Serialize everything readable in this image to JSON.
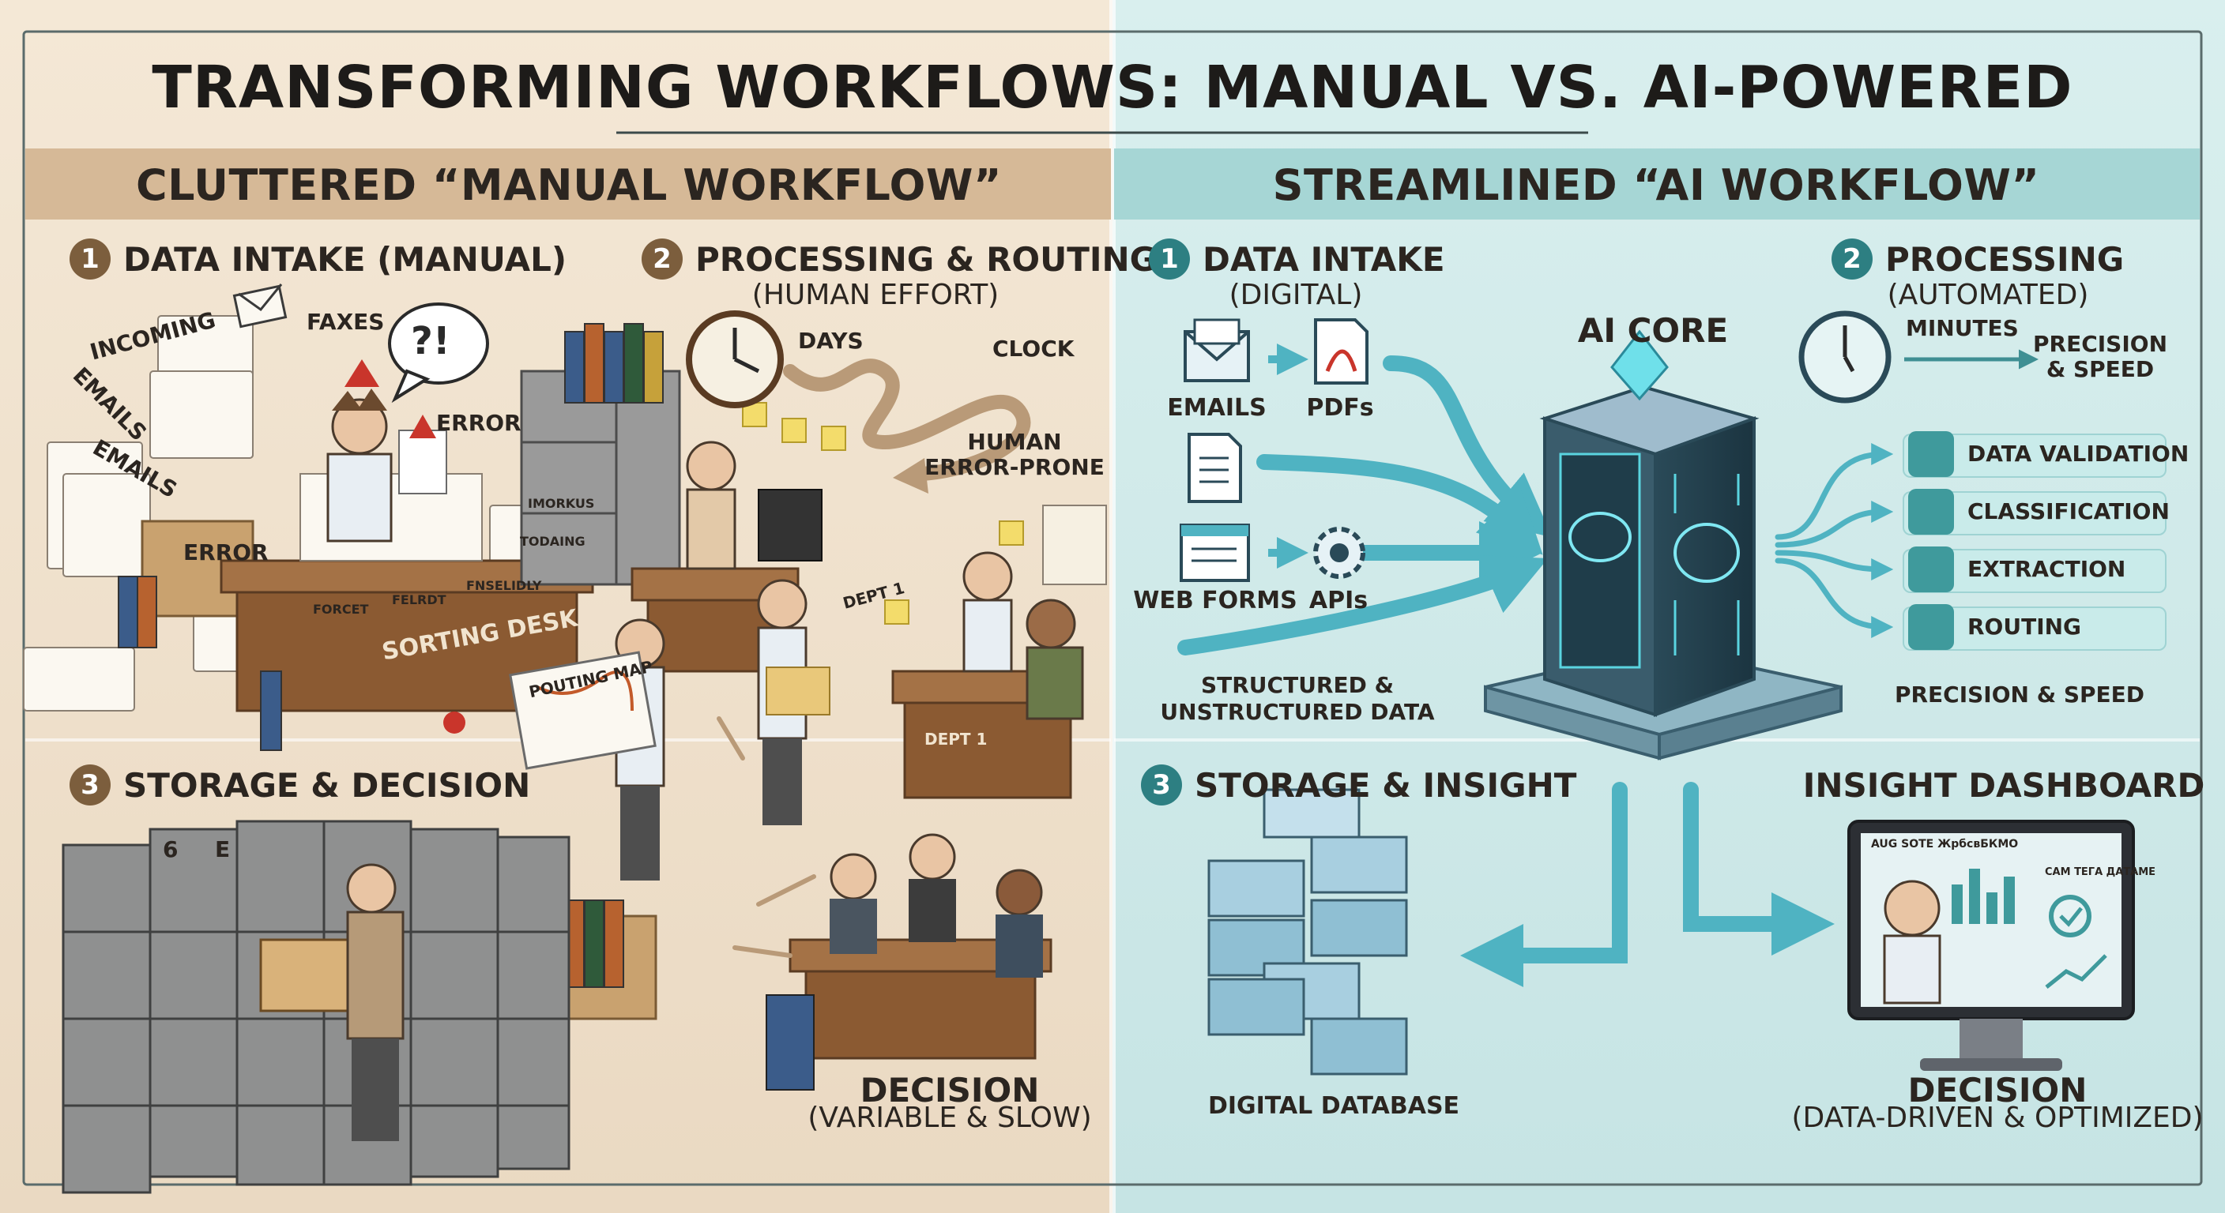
{
  "title": "TRANSFORMING WORKFLOWS: MANUAL VS. AI-POWERED",
  "manual": {
    "header": "CLUTTERED “MANUAL WORKFLOW”",
    "step1": {
      "num": "1",
      "label": "DATA INTAKE (MANUAL)"
    },
    "step2": {
      "num": "2",
      "label": "PROCESSING & ROUTING",
      "sub": "(HUMAN EFFORT)"
    },
    "step3": {
      "num": "3",
      "label": "STORAGE & DECISION"
    },
    "labels": {
      "incoming": "INCOMING",
      "emails_a": "EMAILS",
      "emails_b": "EMAILS",
      "faxes": "FAXES",
      "error_a": "ERROR",
      "error_b": "ERROR",
      "exclaim": "?!",
      "days": "DAYS",
      "clock": "CLOCK",
      "human": "HUMAN",
      "error_prone": "ERROR-PRONE",
      "sorting_desk": "SORTING DESK",
      "routing_map": "POUTING MAP",
      "dept_a": "DEPT 1",
      "dept_b": "DEPT 1",
      "folder_a": "FORCET",
      "folder_b": "FELRDT",
      "folder_c": "FNSELIDLY",
      "folder_d": "TODAING",
      "folder_e": "IMORKUS",
      "cab_a": "6",
      "cab_b": "E",
      "decision": "DECISION",
      "decision_sub": "(VARIABLE & SLOW)"
    }
  },
  "ai": {
    "header": "STREAMLINED “AI WORKFLOW”",
    "step1": {
      "num": "1",
      "label": "DATA INTAKE",
      "sub": "(DIGITAL)"
    },
    "step2": {
      "num": "2",
      "label": "PROCESSING",
      "sub": "(AUTOMATED)"
    },
    "step3": {
      "num": "3",
      "label": "STORAGE & INSIGHT"
    },
    "ai_core": "AI CORE",
    "inputs": {
      "emails": "EMAILS",
      "pdfs": "PDFs",
      "web_forms": "WEB FORMS",
      "apis": "APIs",
      "structured_a": "STRUCTURED &",
      "structured_b": "UNSTRUCTURED DATA"
    },
    "minutes": "MINUTES",
    "precision_top_a": "PRECISION",
    "precision_top_b": "& SPEED",
    "tasks": [
      "DATA VALIDATION",
      "CLASSIFICATION",
      "EXTRACTION",
      "ROUTING"
    ],
    "precision_bottom": "PRECISION & SPEED",
    "dashboard": "INSIGHT DASHBOARD",
    "screen_a": "AUG SOTE ЖрбсвБКМО",
    "screen_b": "САМ ТЕГА ДАТАМЕ",
    "database": "DIGITAL DATABASE",
    "decision": "DECISION",
    "decision_sub": "(DATA-DRIVEN & OPTIMIZED)"
  },
  "colors": {
    "manual_bg": "#eedfca",
    "manual_band": "#d7bb9b",
    "ai_bg": "#cfe9e8",
    "ai_band": "#a9d8d7",
    "accent_teal": "#3fb3c0",
    "error_red": "#c9352b"
  },
  "icons": [
    "clock-icon",
    "envelope-icon",
    "pdf-icon",
    "document-icon",
    "web-form-icon",
    "gear-icon",
    "ai-core-server",
    "database-icon",
    "monitor-icon",
    "warning-icon",
    "speech-bubble-icon"
  ]
}
